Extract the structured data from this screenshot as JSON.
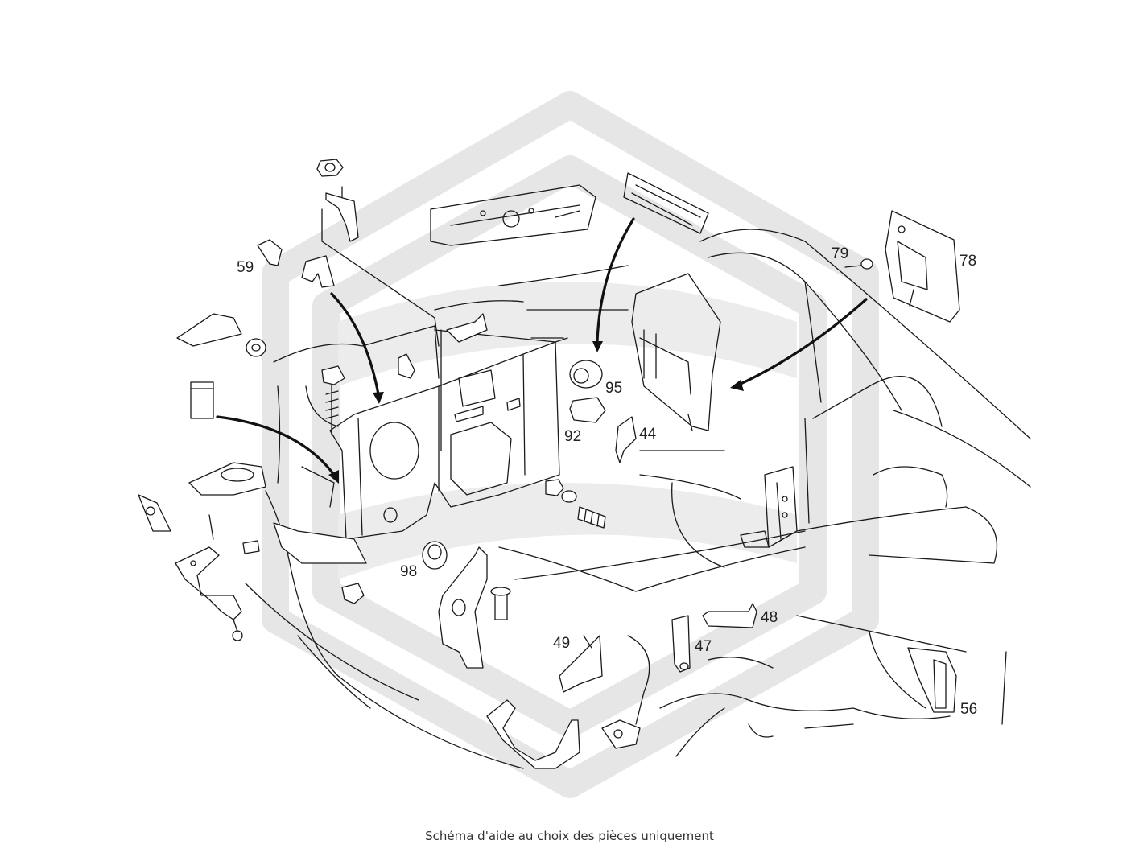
{
  "labels": {
    "p59": "59",
    "p79": "79",
    "p78": "78",
    "p95": "95",
    "p92": "92",
    "p44": "44",
    "p98": "98",
    "p49": "49",
    "p47": "47",
    "p48": "48",
    "p56": "56"
  },
  "caption": "Schéma d'aide au choix des pièces uniquement"
}
